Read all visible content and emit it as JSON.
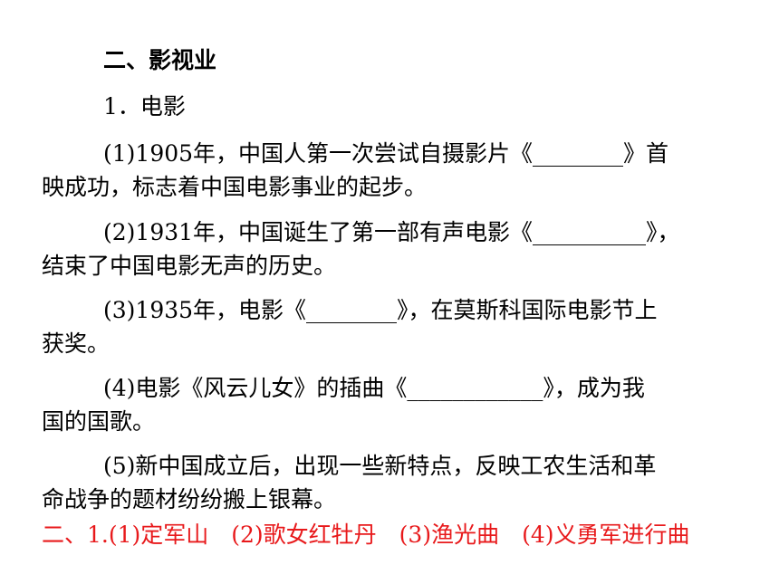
{
  "section_heading": "二、影视业",
  "subheading": "1．电影",
  "items": [
    {
      "line1": "(1)1905年，中国人第一次尝试自摄影片《________》首",
      "line2": "映成功，标志着中国电影事业的起步。"
    },
    {
      "line1": "(2)1931年，中国诞生了第一部有声电影《__________》，",
      "line2": "结束了中国电影无声的历史。"
    },
    {
      "line1": "(3)1935年，电影《________》，在莫斯科国际电影节上",
      "line2": "获奖。"
    },
    {
      "line1": "(4)电影《风云儿女》的插曲《____________》，成为我",
      "line2": "国的国歌。"
    },
    {
      "line1": "(5)新中国成立后，出现一些新特点，反映工农生活和革",
      "line2": "命战争的题材纷纷搬上银幕。"
    }
  ],
  "answer_line": "二、1.(1)定军山　(2)歌女红牡丹　(3)渔光曲　(4)义勇军进行曲",
  "colors": {
    "answer": "#e8191b",
    "text": "#000000"
  }
}
